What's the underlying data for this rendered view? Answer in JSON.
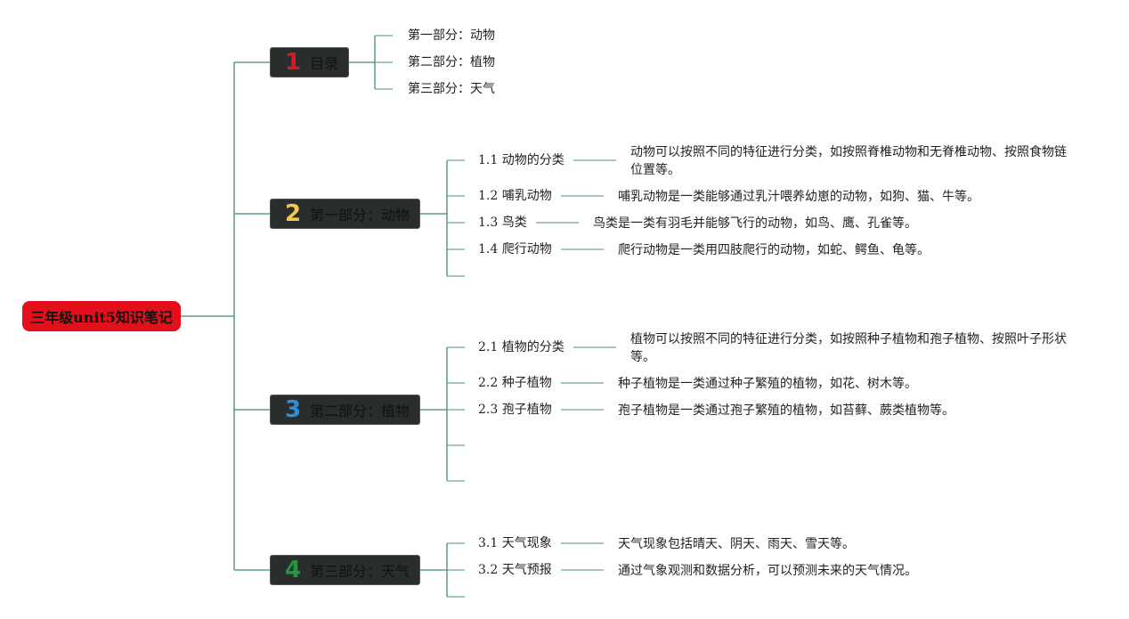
{
  "root": {
    "label": "三年级unit5知识笔记",
    "color": "#e3101b"
  },
  "sections": [
    {
      "number": "1",
      "number_color": "#d61a23",
      "title": "目录",
      "items": [
        {
          "label": "第一部分：动物"
        },
        {
          "label": "第二部分：植物"
        },
        {
          "label": "第三部分：天气"
        }
      ]
    },
    {
      "number": "2",
      "number_color": "#f2c94c",
      "title": "第一部分：动物",
      "items": [
        {
          "label": "1.1 动物的分类",
          "desc": "动物可以按照不同的特征进行分类，如按照脊椎动物和无脊椎动物、按照食物链位置等。"
        },
        {
          "label": "1.2 哺乳动物",
          "desc": "哺乳动物是一类能够通过乳汁喂养幼崽的动物，如狗、猫、牛等。"
        },
        {
          "label": "1.3 鸟类",
          "desc": "鸟类是一类有羽毛并能够飞行的动物，如鸟、鹰、孔雀等。"
        },
        {
          "label": "1.4 爬行动物",
          "desc": "爬行动物是一类用四肢爬行的动物，如蛇、鳄鱼、龟等。"
        }
      ]
    },
    {
      "number": "3",
      "number_color": "#2d8fd8",
      "title": "第二部分：植物",
      "items": [
        {
          "label": "2.1 植物的分类",
          "desc": "植物可以按照不同的特征进行分类，如按照种子植物和孢子植物、按照叶子形状等。"
        },
        {
          "label": "2.2 种子植物",
          "desc": "种子植物是一类通过种子繁殖的植物，如花、树木等。"
        },
        {
          "label": "2.3 孢子植物",
          "desc": "孢子植物是一类通过孢子繁殖的植物，如苔藓、蕨类植物等。"
        }
      ]
    },
    {
      "number": "4",
      "number_color": "#1f9a3a",
      "title": "第三部分：天气",
      "items": [
        {
          "label": "3.1 天气现象",
          "desc": "天气现象包括晴天、阴天、雨天、雪天等。"
        },
        {
          "label": "3.2 天气预报",
          "desc": "通过气象观测和数据分析，可以预测未来的天气情况。"
        }
      ]
    }
  ]
}
